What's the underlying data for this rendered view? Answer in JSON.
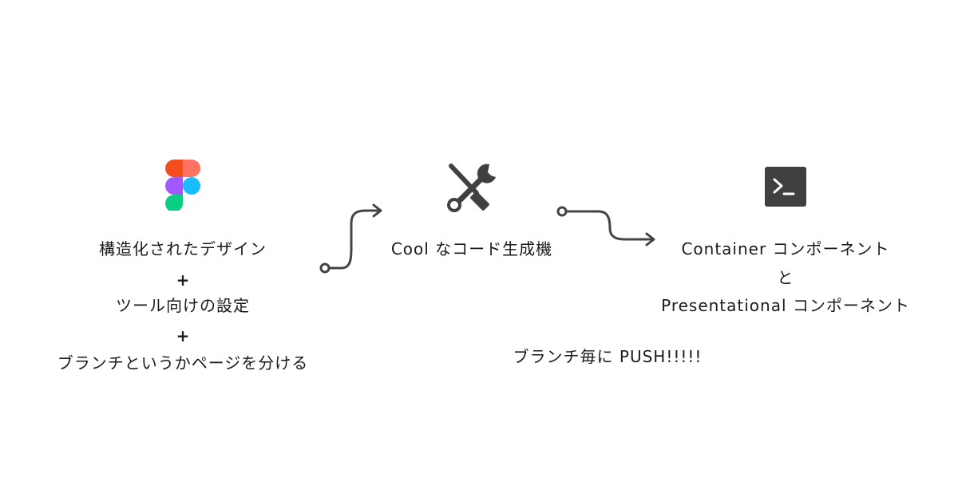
{
  "left_column": {
    "line1": "構造化されたデザイン",
    "plus1": "+",
    "line2": "ツール向けの設定",
    "plus2": "+",
    "line3": "ブランチというかページを分ける"
  },
  "middle_column": {
    "title": "Cool なコード生成機"
  },
  "right_column": {
    "line1": "Container コンポーネント",
    "line2": "と",
    "line3": "Presentational コンポーネント"
  },
  "footer_note": "ブランチ毎に PUSH!!!!!",
  "icons": {
    "left": "figma-logo-icon",
    "middle": "tools-icon",
    "right": "terminal-icon"
  },
  "colors": {
    "figma_red": "#F24E1E",
    "figma_orange": "#FF7262",
    "figma_purple": "#A259FF",
    "figma_blue": "#1ABCFE",
    "figma_green": "#0ACF83",
    "icon_gray": "#404040",
    "connector_gray": "#444444"
  }
}
